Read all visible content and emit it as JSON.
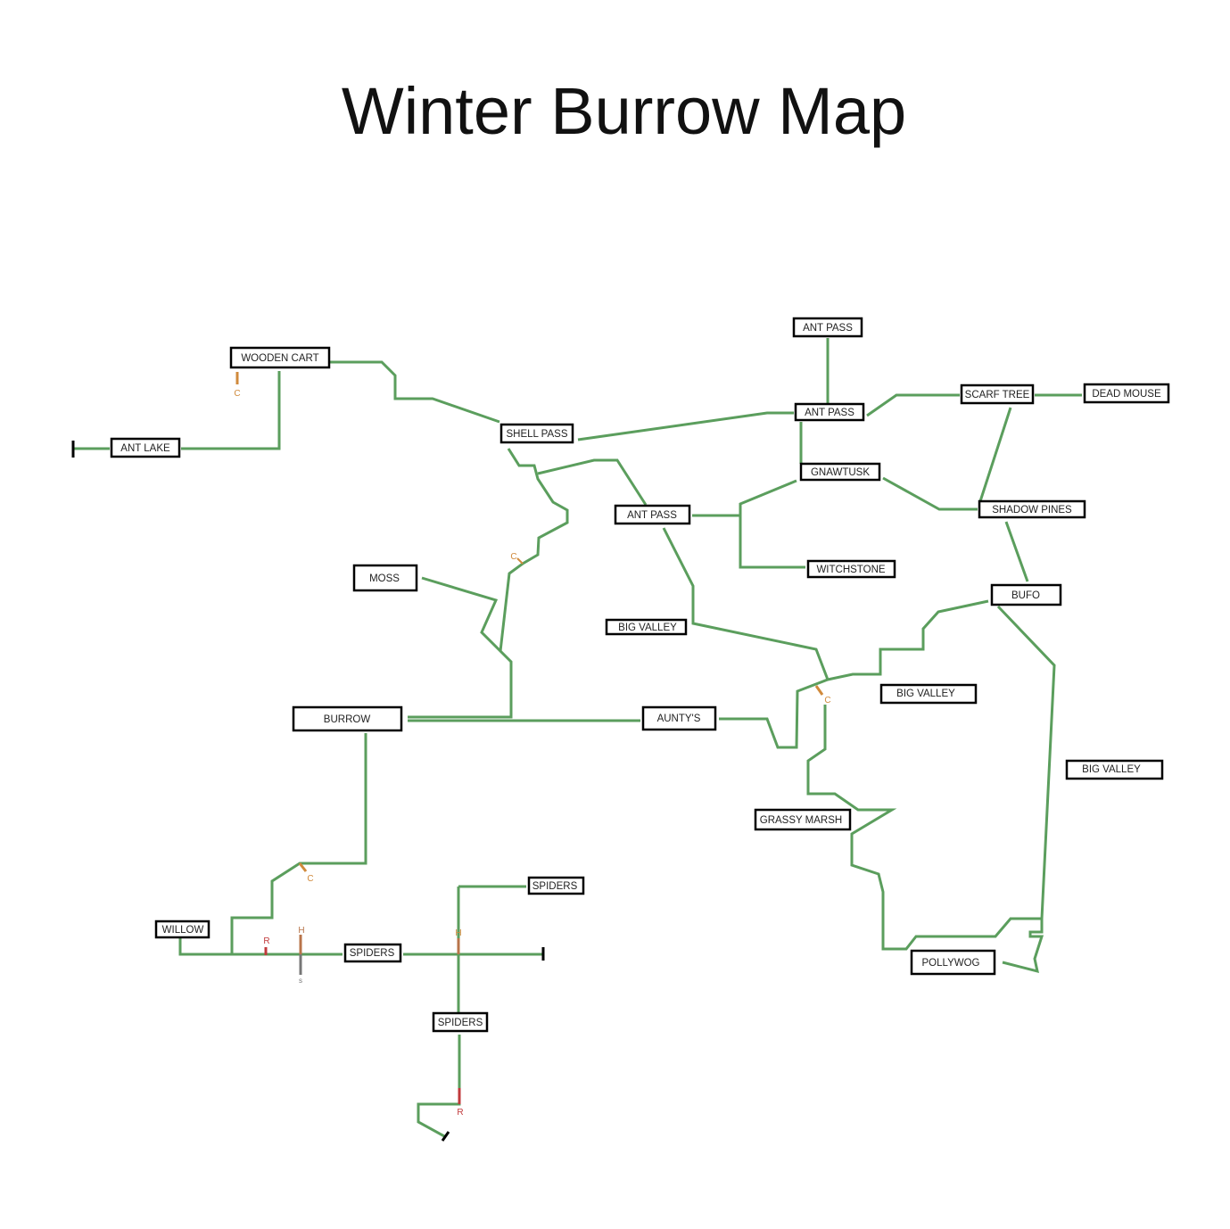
{
  "title": "Winter Burrow Map",
  "colors": {
    "path": "#5b9e5d",
    "crafting_marker": "#d08a3c",
    "r_marker": "#c0393b",
    "h_marker": "#b8744a",
    "s_marker": "#777777",
    "end_cap": "#000000"
  },
  "locations": [
    "WOODEN CART",
    "ANT LAKE",
    "SHELL PASS",
    "ANT PASS",
    "ANT PASS",
    "SCARF TREE",
    "DEAD MOUSE",
    "GNAWTUSK",
    "ANT PASS",
    "SHADOW PINES",
    "WITCHSTONE",
    "MOSS",
    "BUFO",
    "BIG VALLEY",
    "BIG VALLEY",
    "BIG VALLEY",
    "BURROW",
    "AUNTY'S",
    "GRASSY MARSH",
    "POLLYWOG",
    "WILLOW",
    "SPIDERS",
    "SPIDERS",
    "SPIDERS"
  ],
  "markers": {
    "c": "C",
    "r": "R",
    "h": "H",
    "s": "s"
  }
}
